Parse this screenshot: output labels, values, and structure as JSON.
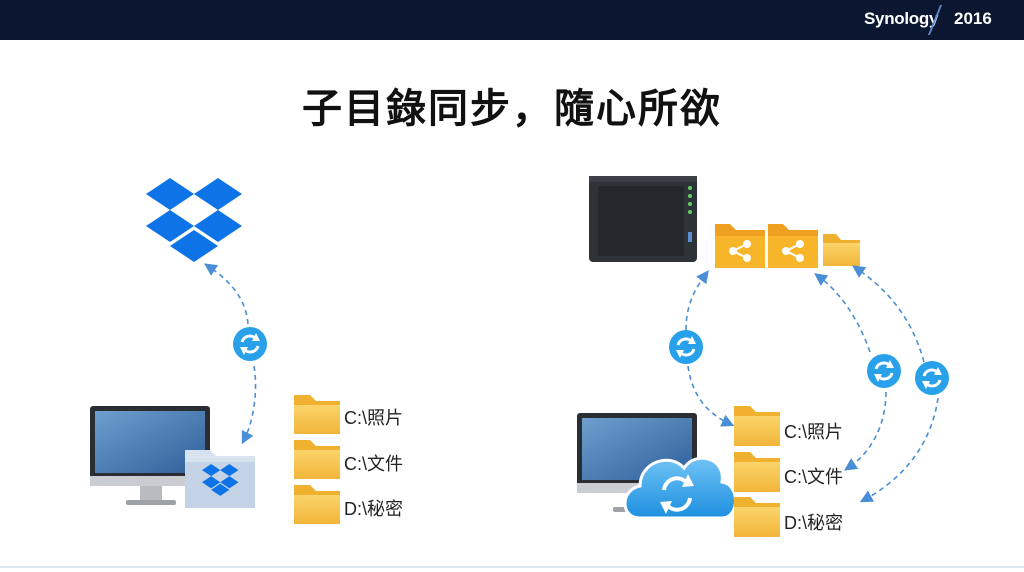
{
  "header": {
    "brand": "Synology",
    "year": "2016",
    "bar_color": "#0b1730"
  },
  "slide": {
    "title": "子目錄同步，隨心所欲"
  },
  "left": {
    "folders": [
      {
        "label": "C:\\照片"
      },
      {
        "label": "C:\\文件"
      },
      {
        "label": "D:\\秘密"
      }
    ]
  },
  "right": {
    "folders": [
      {
        "label": "C:\\照片"
      },
      {
        "label": "C:\\文件"
      },
      {
        "label": "D:\\秘密"
      }
    ]
  },
  "colors": {
    "dropbox_blue": "#0d73e6",
    "folder_yellow": "#f7c44a",
    "sync_blue": "#29a0ea",
    "arrow_blue": "#4a8fd6",
    "nas_body": "#2f3338"
  },
  "icons": [
    "dropbox-logo-icon",
    "sync-icon",
    "desktop-monitor-icon",
    "folder-icon",
    "nas-device-icon",
    "shared-folder-icon",
    "cloud-sync-icon"
  ]
}
